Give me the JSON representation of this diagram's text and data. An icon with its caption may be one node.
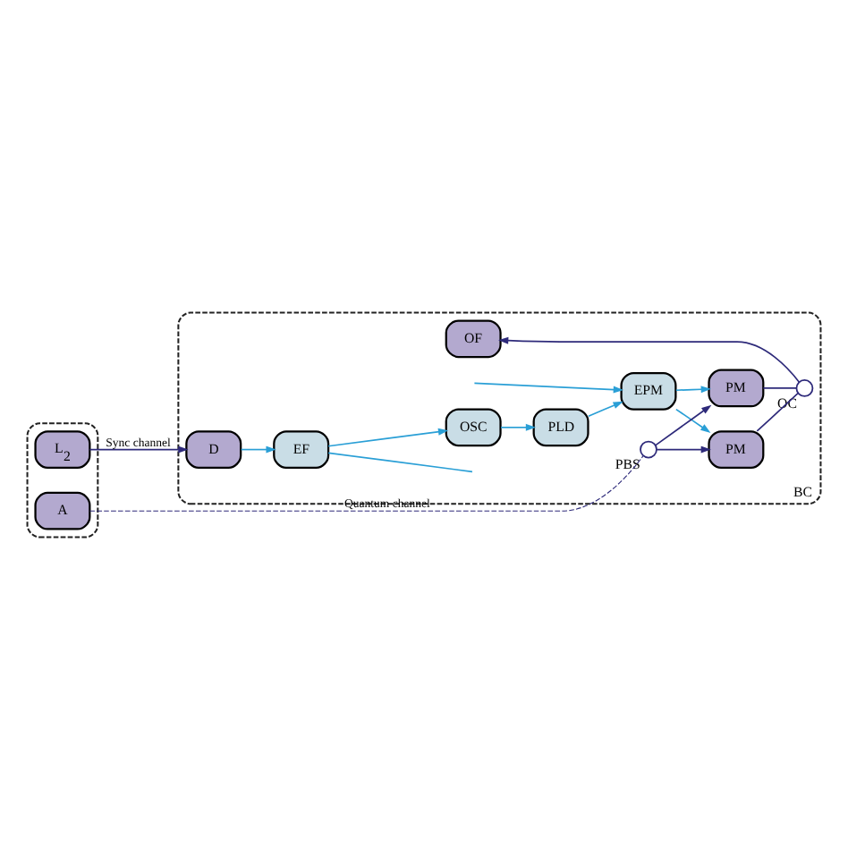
{
  "diagram": {
    "nodes": [
      {
        "text": [],
        "shape": "box"
      },
      {
        "text": [
          "L$_{2}$"
        ],
        "in": 0
      },
      {
        "text": [
          "A"
        ],
        "in": 0
      },
      {
        "text": [
          "BC"
        ]
      },
      {
        "text": [
          "D"
        ],
        "in": 3
      },
      {
        "text": [
          "EF"
        ],
        "in": 3
      },
      {
        "text": [
          "OSC"
        ],
        "in": 3
      },
      {
        "text": [
          "PLD"
        ],
        "in": 3
      },
      {
        "text": [
          "EPM"
        ],
        "in": 3
      },
      {
        "text": [
          "PM"
        ],
        "in": 3
      },
      {
        "text": [
          "PM"
        ],
        "in": 3
      },
      {
        "text": [],
        "shape": "circle",
        "beside": [
          "PBS"
        ],
        "in": 3
      },
      {
        "text": [],
        "shape": "circle",
        "beside": [
          "OC"
        ],
        "in": 3
      },
      {
        "text": [
          "OF"
        ],
        "in": 3
      }
    ],
    "edges": [
      {
        "from": 1,
        "to": 4,
        "arrow": "to",
        "label": "Sync channel",
        "color": "#2e2a7a"
      },
      {
        "from": 4,
        "to": 5,
        "arrow": "to",
        "color": "#2a9fd6"
      },
      {
        "from": 5,
        "to": null,
        "arrow": "none",
        "color": "#2a9fd6"
      },
      {
        "from": 5,
        "to": 6,
        "arrow": "to",
        "color": "#2a9fd6"
      },
      {
        "from": 6,
        "to": 7,
        "arrow": "to",
        "color": "#2a9fd6"
      },
      {
        "from": 7,
        "to": 8,
        "arrow": "to",
        "color": "#2a9fd6"
      },
      {
        "from": null,
        "to": 8,
        "arrow": "to",
        "color": "#2a9fd6"
      },
      {
        "from": 8,
        "to": 9,
        "arrow": "to",
        "color": "#2a9fd6"
      },
      {
        "from": 8,
        "to": 10,
        "arrow": "to",
        "color": "#2a9fd6"
      },
      {
        "from": 2,
        "to": 11,
        "arrow": "none",
        "label": "Quantum channel",
        "style": "dashed",
        "color": "#2e2a7a"
      },
      {
        "from": 11,
        "to": 9,
        "arrow": "to",
        "color": "#2e2a7a"
      },
      {
        "from": 11,
        "to": 10,
        "arrow": "to",
        "color": "#2e2a7a"
      },
      {
        "from": 9,
        "to": 12,
        "arrow": "none",
        "color": "#2e2a7a"
      },
      {
        "from": 10,
        "to": 12,
        "arrow": "none",
        "color": "#2e2a7a"
      },
      {
        "from": 12,
        "to": 13,
        "arrow": "to",
        "color": "#2e2a7a"
      }
    ]
  }
}
